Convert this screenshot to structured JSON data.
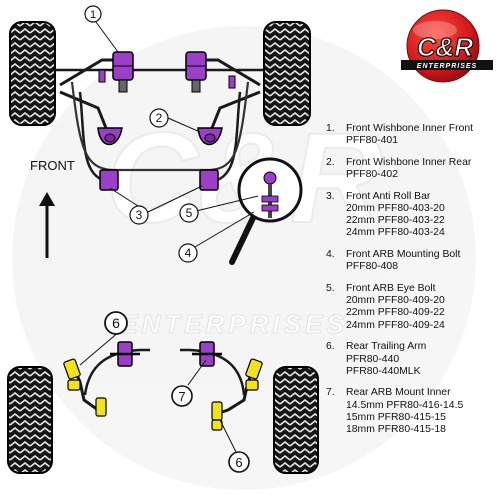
{
  "logo": {
    "brand": "C&R",
    "tagline": "ENTERPRISES"
  },
  "watermark": {
    "brand": "C&R",
    "word": "ENTERPRISES"
  },
  "diagram": {
    "direction_label": "FRONT",
    "callouts": [
      "1",
      "2",
      "3",
      "4",
      "5",
      "6",
      "7",
      "6"
    ]
  },
  "colors": {
    "bush_purple": "#9b3fc9",
    "bush_yellow": "#f2e21c",
    "tyre": "#1a1a1a",
    "metal": "#5a5a5a",
    "logo_red": "#d0161b"
  },
  "parts": [
    {
      "num": "1.",
      "lines": [
        "Front Wishbone Inner Front",
        "PFF80-401"
      ]
    },
    {
      "num": "2.",
      "lines": [
        "Front Wishbone Inner Rear",
        "PFF80-402"
      ]
    },
    {
      "num": "3.",
      "lines": [
        "Front Anti Roll Bar",
        "20mm PFF80-403-20",
        "22mm PFF80-403-22",
        "24mm PFF80-403-24"
      ]
    },
    {
      "num": "4.",
      "lines": [
        "Front ARB Mounting Bolt",
        "PFF80-408"
      ]
    },
    {
      "num": "5.",
      "lines": [
        "Front ARB Eye Bolt",
        "20mm PFF80-409-20",
        "22mm PFF80-409-22",
        "24mm PFF80-409-24"
      ]
    },
    {
      "num": "6.",
      "lines": [
        "Rear Trailing Arm",
        "PFR80-440",
        "PFR80-440MLK"
      ]
    },
    {
      "num": "7.",
      "lines": [
        "Rear ARB Mount Inner",
        "14.5mm PFR80-416-14.5",
        "15mm PFR80-415-15",
        "18mm PFR80-415-18"
      ]
    }
  ]
}
